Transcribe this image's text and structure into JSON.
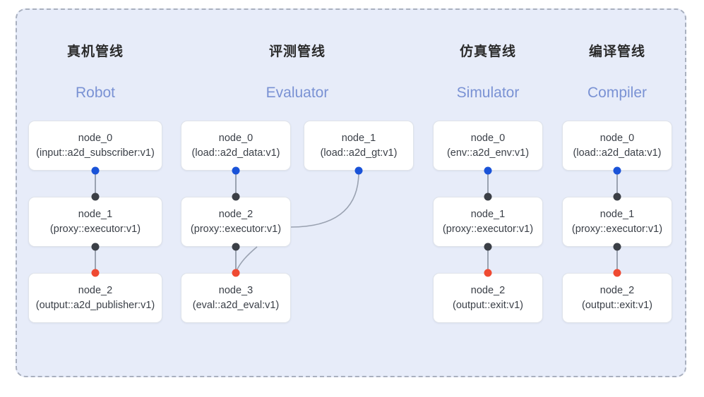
{
  "diagram": {
    "title": "pipeline-topology",
    "frame_style": "dashed",
    "colors": {
      "frame_background": "#e7ecf9",
      "frame_border": "#a9b0bf",
      "node_background": "#ffffff",
      "node_border": "#dfe3ea",
      "port_input": "#1a53d8",
      "port_internal": "#3b3f46",
      "port_output": "#ef4a32",
      "edge": "#9aa2b1",
      "subtitle": "#7a92d4",
      "title": "#2b2b2b"
    }
  },
  "columns": [
    {
      "id": "robot",
      "title_cn": "真机管线",
      "title_en": "Robot",
      "nodes": [
        {
          "name": "node_0",
          "spec": "(input::a2d_subscriber:v1)"
        },
        {
          "name": "node_1",
          "spec": "(proxy::executor:v1)"
        },
        {
          "name": "node_2",
          "spec": "(output::a2d_publisher:v1)"
        }
      ]
    },
    {
      "id": "evaluator",
      "title_cn": "评测管线",
      "title_en": "Evaluator",
      "nodes": [
        {
          "name": "node_0",
          "spec": "(load::a2d_data:v1)"
        },
        {
          "name": "node_1",
          "spec": "(load::a2d_gt:v1)"
        },
        {
          "name": "node_2",
          "spec": "(proxy::executor:v1)"
        },
        {
          "name": "node_3",
          "spec": "(eval::a2d_eval:v1)"
        }
      ]
    },
    {
      "id": "simulator",
      "title_cn": "仿真管线",
      "title_en": "Simulator",
      "nodes": [
        {
          "name": "node_0",
          "spec": "(env::a2d_env:v1)"
        },
        {
          "name": "node_1",
          "spec": "(proxy::executor:v1)"
        },
        {
          "name": "node_2",
          "spec": "(output::exit:v1)"
        }
      ]
    },
    {
      "id": "compiler",
      "title_cn": "编译管线",
      "title_en": "Compiler",
      "nodes": [
        {
          "name": "node_0",
          "spec": "(load::a2d_data:v1)"
        },
        {
          "name": "node_1",
          "spec": "(proxy::executor:v1)"
        },
        {
          "name": "node_2",
          "spec": "(output::exit:v1)"
        }
      ]
    }
  ]
}
